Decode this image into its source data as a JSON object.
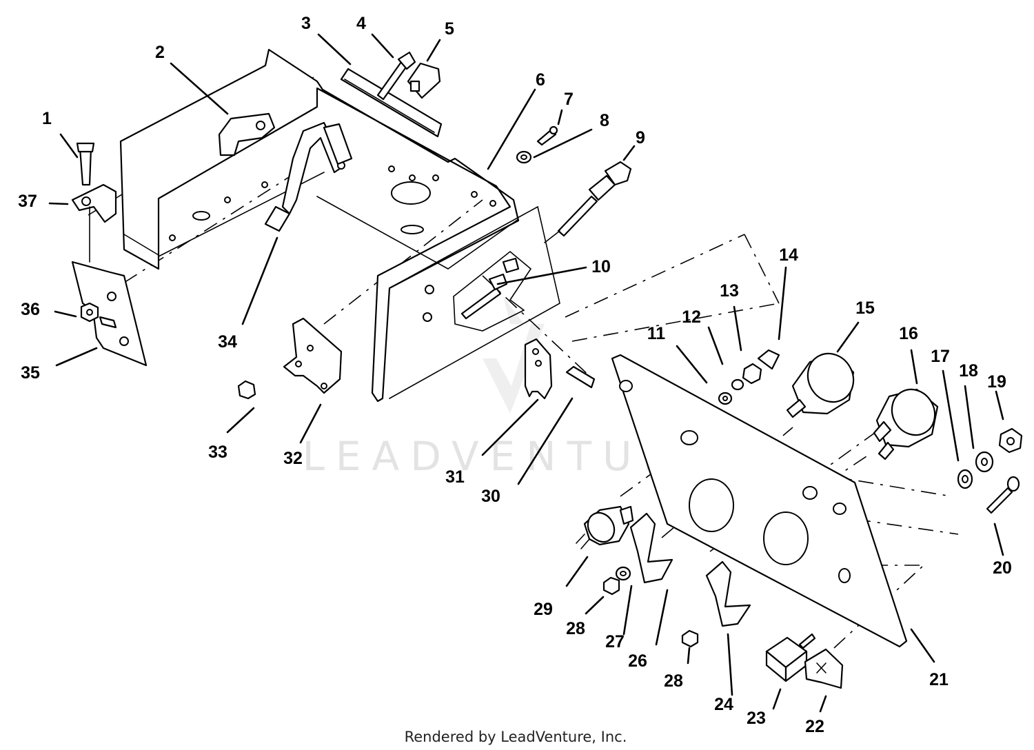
{
  "watermark": "LEADVENTURE",
  "footer": "Rendered by LeadVenture, Inc.",
  "callouts": {
    "c1": "1",
    "c2": "2",
    "c3": "3",
    "c4": "4",
    "c5": "5",
    "c6": "6",
    "c7": "7",
    "c8": "8",
    "c9": "9",
    "c10": "10",
    "c11": "11",
    "c12": "12",
    "c13": "13",
    "c14": "14",
    "c15": "15",
    "c16": "16",
    "c17": "17",
    "c18": "18",
    "c19": "19",
    "c20": "20",
    "c21": "21",
    "c22": "22",
    "c23": "23",
    "c24": "24",
    "c26": "26",
    "c27": "27",
    "c28a": "28",
    "c28b": "28",
    "c29": "29",
    "c30": "30",
    "c31": "31",
    "c32": "32",
    "c33": "33",
    "c34": "34",
    "c35": "35",
    "c36": "36",
    "c37": "37"
  }
}
